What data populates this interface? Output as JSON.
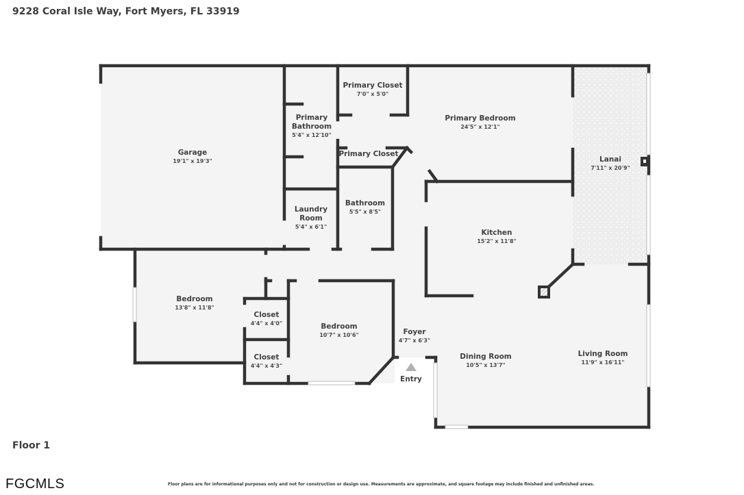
{
  "header": {
    "title": "9228 Coral Isle Way, Fort Myers, FL 33919"
  },
  "floor": {
    "label": "Floor 1"
  },
  "footer": {
    "logo": "FGCMLS",
    "disclaimer": "Floor plans are for informational purposes only and not for construction or design use. Measurements are approximate, and square footage may include finished and unfinished areas."
  },
  "colors": {
    "wall": "#333333",
    "floor_fill": "#f4f4f4",
    "window": "#ffffff",
    "entry_marker": "#b0b0b0"
  },
  "rooms": {
    "garage": {
      "name": "Garage",
      "dim": "19'1\" x 19'3\""
    },
    "primary_bathroom": {
      "name": "Primary\nBathroom",
      "name_l1": "Primary",
      "name_l2": "Bathroom",
      "dim": "5'4\" x 12'10\""
    },
    "primary_closet_1": {
      "name": "Primary Closet",
      "dim": "7'0\" x 5'0\""
    },
    "primary_closet_2": {
      "name": "Primary Closet"
    },
    "primary_bedroom": {
      "name": "Primary Bedroom",
      "dim": "24'5\" x 12'1\""
    },
    "lanai": {
      "name": "Lanai",
      "dim": "7'11\" x 20'9\""
    },
    "laundry_room": {
      "name_l1": "Laundry",
      "name_l2": "Room",
      "dim": "5'4\" x 6'1\""
    },
    "bathroom": {
      "name": "Bathroom",
      "dim": "5'5\" x 8'5\""
    },
    "kitchen": {
      "name": "Kitchen",
      "dim": "15'2\" x 11'8\""
    },
    "bedroom_1": {
      "name": "Bedroom",
      "dim": "13'8\" x 11'8\""
    },
    "closet_1": {
      "name": "Closet",
      "dim": "4'4\" x 4'0\""
    },
    "closet_2": {
      "name": "Closet",
      "dim": "4'4\" x 4'3\""
    },
    "bedroom_2": {
      "name": "Bedroom",
      "dim": "10'7\" x 10'6\""
    },
    "foyer": {
      "name": "Foyer",
      "dim": "4'7\" x 6'3\""
    },
    "dining_room": {
      "name": "Dining Room",
      "dim": "10'5\" x 13'7\""
    },
    "living_room": {
      "name": "Living Room",
      "dim": "11'9\" x 16'11\""
    }
  },
  "entry": {
    "label": "Entry",
    "icon": "triangle-up-icon"
  }
}
